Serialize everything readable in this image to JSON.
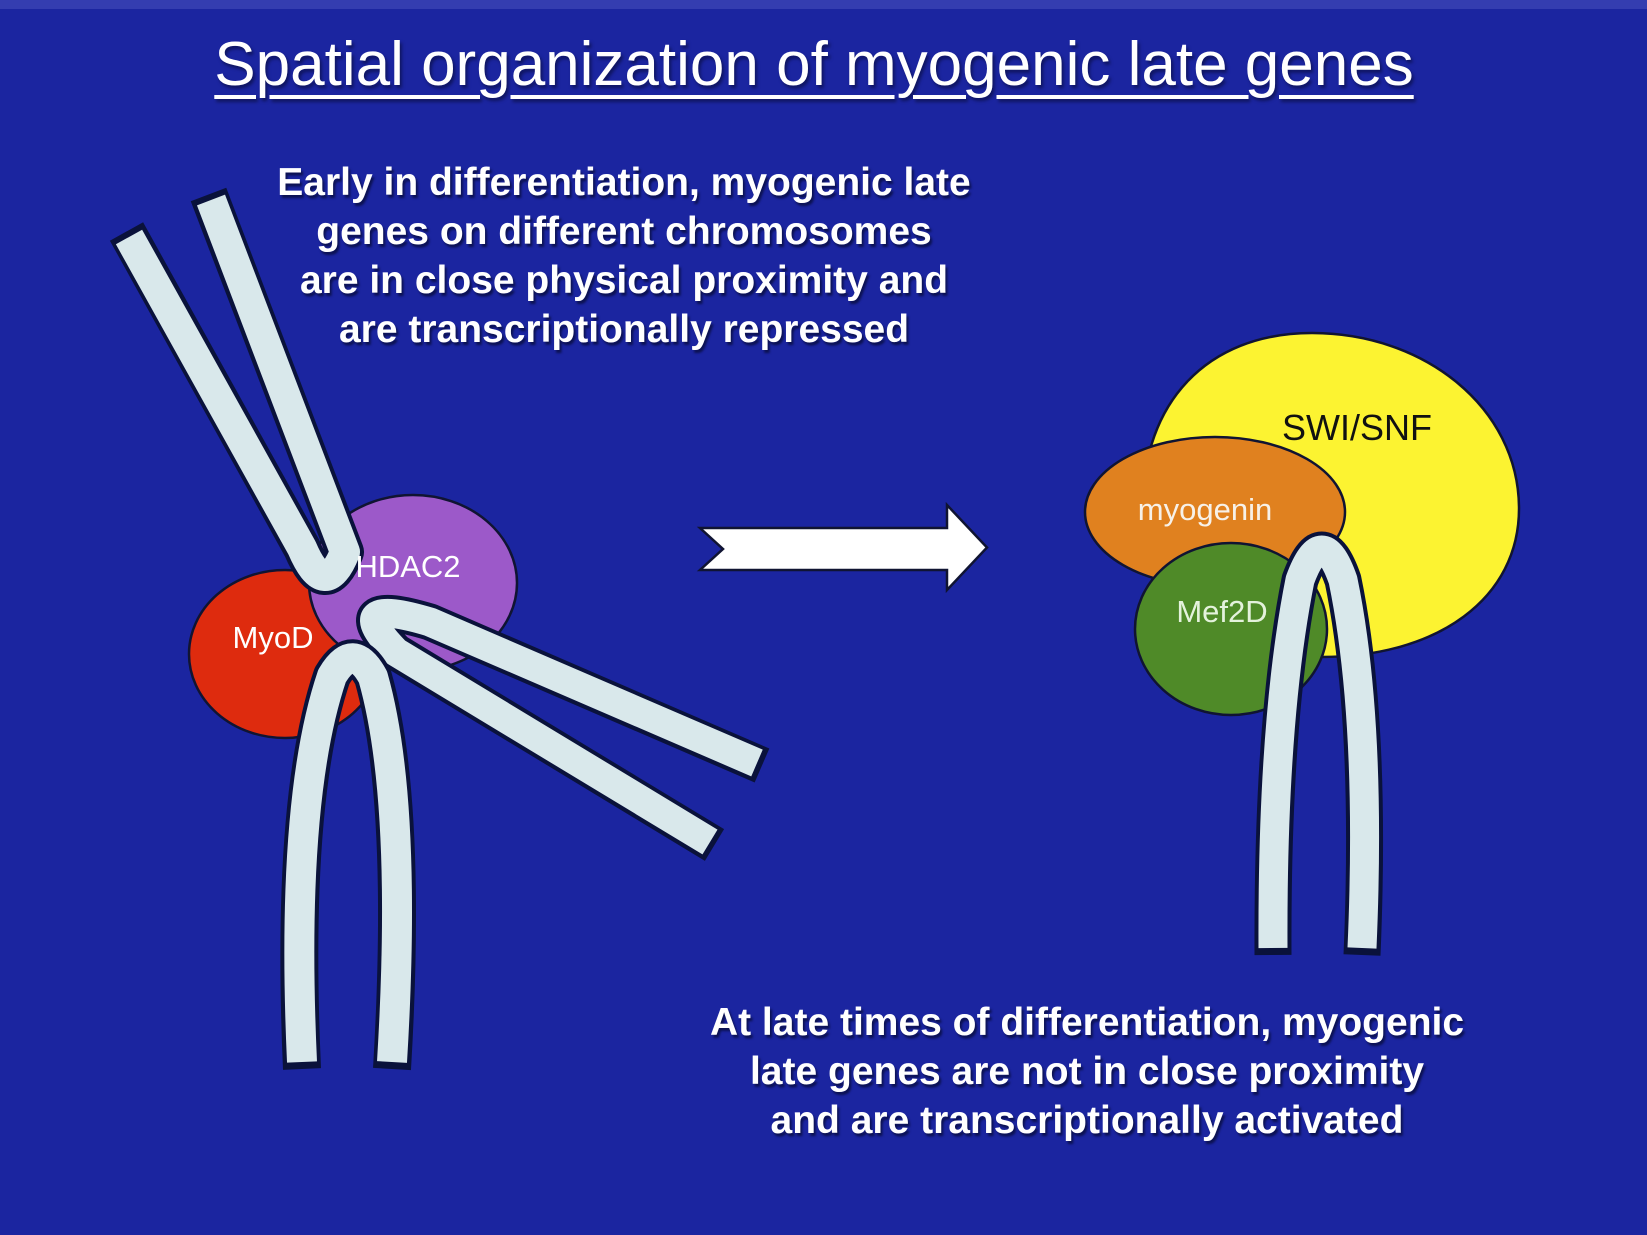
{
  "slide": {
    "title": "Spatial organization of myogenic late genes",
    "paragraphs": {
      "early": "Early in differentiation, myogenic late\ngenes on different chromosomes\nare in close physical proximity and\nare transcriptionally repressed",
      "late": "At late times of differentiation, myogenic\nlate genes are not in close proximity\nand are transcriptionally activated"
    },
    "labels": {
      "myod": "MyoD",
      "hdac2": "HDAC2",
      "swisnf": "SWI/SNF",
      "myogenin": "myogenin",
      "mef2d": "Mef2D"
    },
    "colors": {
      "background": "#1B25A0",
      "title_text": "#FFFFFF",
      "body_text": "#FFFFFF",
      "chromatin_fill": "#D9E8EB",
      "chromatin_outline": "#0A123B",
      "shape_outline": "#101432",
      "myod_red": "#DE2B0E",
      "hdac2_purple": "#9C59C9",
      "swisnf_yellow": "#FCF331",
      "myogenin_orange": "#E0811F",
      "mef2d_green": "#4F8A28",
      "arrow_fill": "#FFFFFF",
      "swisnf_text": "#111111",
      "myogenin_text": "#F7F1E8",
      "mef2d_text": "#E4F2DC",
      "myod_text": "#FFFFFF",
      "hdac2_text": "#FFFFFF"
    }
  }
}
